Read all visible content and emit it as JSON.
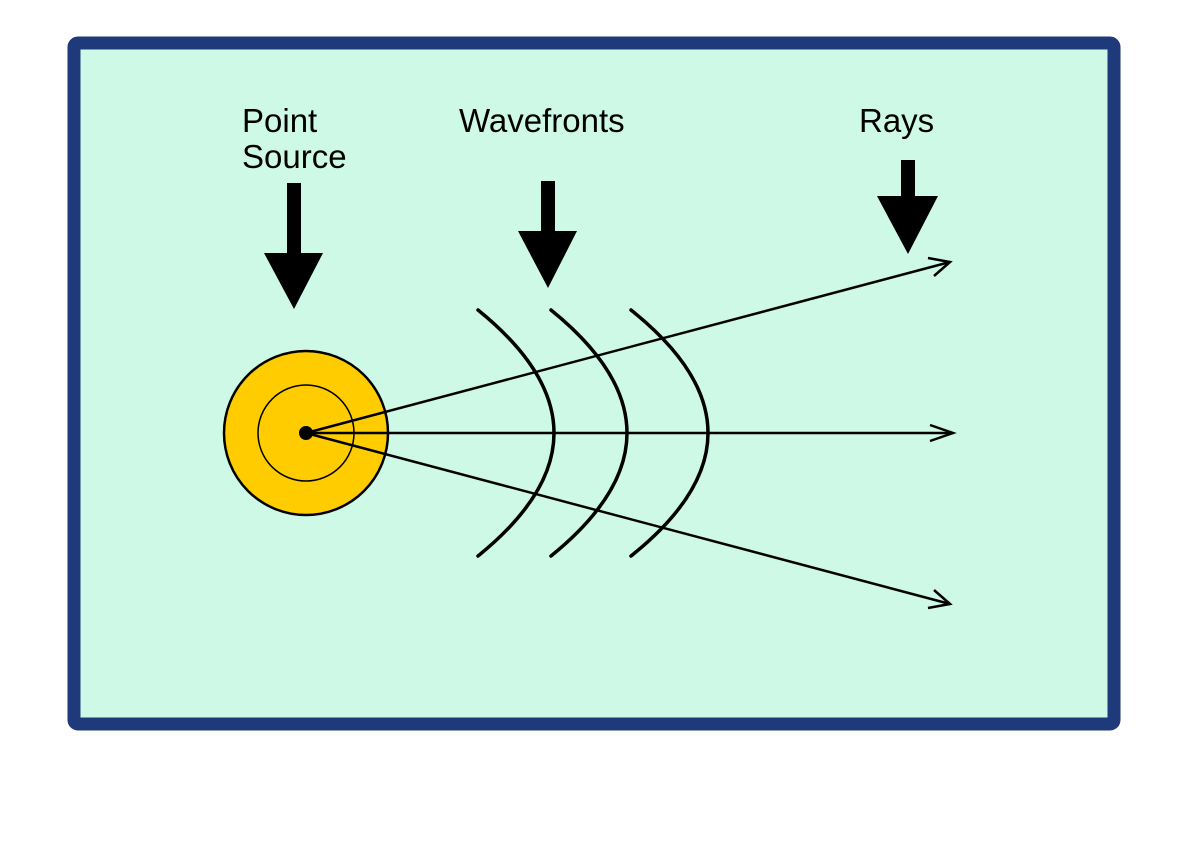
{
  "diagram": {
    "labels": {
      "point_source_line1": "Point",
      "point_source_line2": "Source",
      "wavefronts": "Wavefronts",
      "rays": "Rays"
    },
    "colors": {
      "frame_border": "#1e3a7a",
      "frame_fill": "#cdf9e6",
      "source_fill": "#ffcc00",
      "stroke": "#000000"
    },
    "icons": {
      "pointer_arrows": "down-arrow-icon",
      "ray_heads": "arrowhead-icon"
    },
    "counts": {
      "rays": 3,
      "wavefronts": 3
    }
  }
}
